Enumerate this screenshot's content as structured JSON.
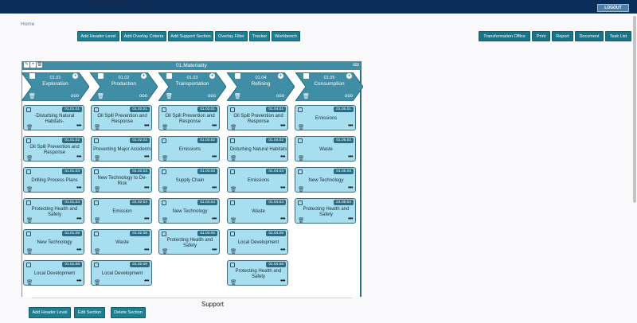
{
  "app": {
    "title": "Seekers Pathway Tool",
    "logout_label": "LOGOUT",
    "home_link": "Home"
  },
  "toolbar": {
    "add_header_level": "Add Header Level",
    "add_overlay_criteria": "Add Overlay Criteria",
    "add_support_section": "Add Support Section",
    "overlay_filter": "Overlay Filter",
    "tracker": "Tracker",
    "workbench": "Workbench"
  },
  "right_toolbar": {
    "transformation_office": "Transformation Office",
    "print": "Print",
    "report": "Report",
    "document": "Document",
    "task_list": "Task List"
  },
  "section": {
    "title": "01.Materiality",
    "more": "ooo"
  },
  "stages": [
    {
      "code": "01.01",
      "title": "Exploration"
    },
    {
      "code": "01.02",
      "title": "Production"
    },
    {
      "code": "01.03",
      "title": "Transportation"
    },
    {
      "code": "01.04",
      "title": "Refining"
    },
    {
      "code": "01.05",
      "title": "Consumption"
    }
  ],
  "columns": [
    [
      {
        "code": "01.01.01",
        "label": "-Disturbing Natural Habitats-"
      },
      {
        "code": "01.01.02",
        "label": "Oil Spill Prevention and Response"
      },
      {
        "code": "01.01.03",
        "label": "Drilling Process Plans"
      },
      {
        "code": "01.01.04",
        "label": "Protecting Health and Safety"
      },
      {
        "code": "01.01.05",
        "label": "New Technology"
      },
      {
        "code": "01.01.06",
        "label": "Local Development"
      }
    ],
    [
      {
        "code": "01.02.01",
        "label": "Oil Spill Prevention and Response"
      },
      {
        "code": "01.02.02",
        "label": "Preventing Major Accidents"
      },
      {
        "code": "01.02.03",
        "label": "New Technology to De-Risk"
      },
      {
        "code": "01.02.04",
        "label": "Emission"
      },
      {
        "code": "01.02.05",
        "label": "Waste"
      },
      {
        "code": "01.02.06",
        "label": "Local Development"
      }
    ],
    [
      {
        "code": "01.03.01",
        "label": "Oil Spill Prevention and Response"
      },
      {
        "code": "01.03.02",
        "label": "Emissions"
      },
      {
        "code": "01.03.03",
        "label": "Supply Chain"
      },
      {
        "code": "01.03.04",
        "label": "New Technology"
      },
      {
        "code": "01.03.05",
        "label": "Protecting Health and Safety"
      }
    ],
    [
      {
        "code": "01.04.01",
        "label": "Oil Spill Prevention and Response"
      },
      {
        "code": "01.04.02",
        "label": "Disturbing Natural Habitats"
      },
      {
        "code": "01.04.03",
        "label": "Emissions"
      },
      {
        "code": "01.04.04",
        "label": "Waste"
      },
      {
        "code": "01.04.05",
        "label": "Local Development"
      },
      {
        "code": "01.04.06",
        "label": "Protecting Health and Safety"
      }
    ],
    [
      {
        "code": "01.05.01",
        "label": "Emissions"
      },
      {
        "code": "01.05.02",
        "label": "Waste"
      },
      {
        "code": "01.05.03",
        "label": "New Technology"
      },
      {
        "code": "01.05.04",
        "label": "Protecting Health and Safety"
      }
    ]
  ],
  "support": {
    "title": "Support"
  },
  "bottom_toolbar": {
    "add_header_level": "Add Header Level",
    "edit_section": "Edit Section",
    "delete_section": "Delete Section"
  },
  "colors": {
    "header_bar": "#0a2d5a",
    "button": "#1d7f91",
    "card_fill": "#a8dff0",
    "chevron": "#3f8ea6"
  }
}
